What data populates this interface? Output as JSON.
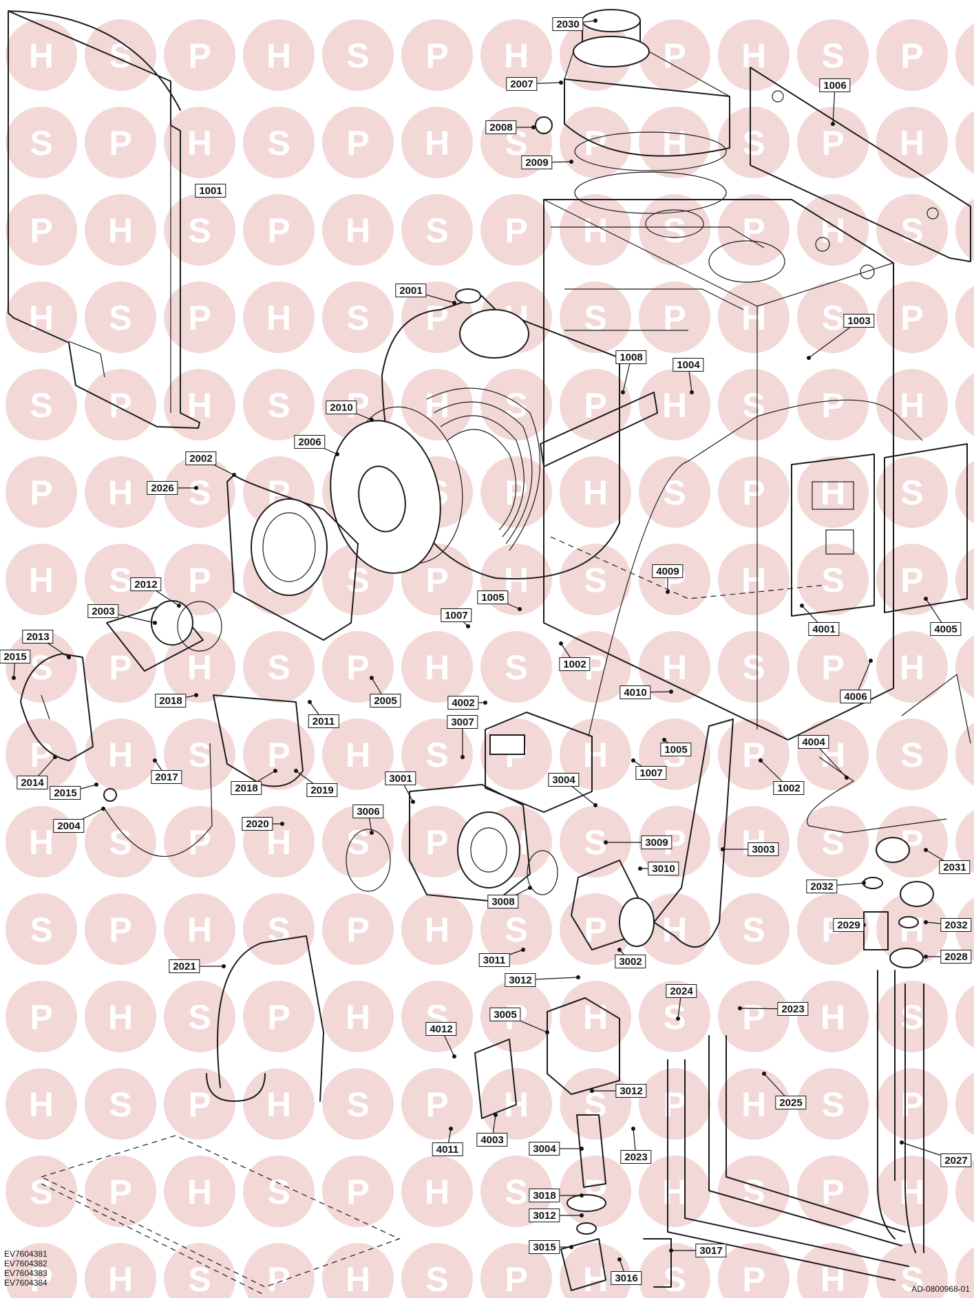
{
  "watermark": {
    "letters": [
      "H",
      "S",
      "P"
    ],
    "circle_color": "#f3d8d8",
    "letter_color": "#ffffff"
  },
  "callouts": [
    {
      "id": "1001",
      "label": "1001"
    },
    {
      "id": "1002a",
      "label": "1002"
    },
    {
      "id": "1002b",
      "label": "1002"
    },
    {
      "id": "1003",
      "label": "1003"
    },
    {
      "id": "1004",
      "label": "1004"
    },
    {
      "id": "1005a",
      "label": "1005"
    },
    {
      "id": "1005b",
      "label": "1005"
    },
    {
      "id": "1006",
      "label": "1006"
    },
    {
      "id": "1007a",
      "label": "1007"
    },
    {
      "id": "1007b",
      "label": "1007"
    },
    {
      "id": "1008",
      "label": "1008"
    },
    {
      "id": "2001",
      "label": "2001"
    },
    {
      "id": "2002",
      "label": "2002"
    },
    {
      "id": "2003",
      "label": "2003"
    },
    {
      "id": "2004",
      "label": "2004"
    },
    {
      "id": "2005",
      "label": "2005"
    },
    {
      "id": "2006",
      "label": "2006"
    },
    {
      "id": "2007",
      "label": "2007"
    },
    {
      "id": "2008",
      "label": "2008"
    },
    {
      "id": "2009",
      "label": "2009"
    },
    {
      "id": "2010",
      "label": "2010"
    },
    {
      "id": "2011",
      "label": "2011"
    },
    {
      "id": "2012",
      "label": "2012"
    },
    {
      "id": "2013",
      "label": "2013"
    },
    {
      "id": "2014",
      "label": "2014"
    },
    {
      "id": "2015a",
      "label": "2015"
    },
    {
      "id": "2015b",
      "label": "2015"
    },
    {
      "id": "2017",
      "label": "2017"
    },
    {
      "id": "2018a",
      "label": "2018"
    },
    {
      "id": "2018b",
      "label": "2018"
    },
    {
      "id": "2019",
      "label": "2019"
    },
    {
      "id": "2020",
      "label": "2020"
    },
    {
      "id": "2021",
      "label": "2021"
    },
    {
      "id": "2023a",
      "label": "2023"
    },
    {
      "id": "2023b",
      "label": "2023"
    },
    {
      "id": "2024",
      "label": "2024"
    },
    {
      "id": "2025",
      "label": "2025"
    },
    {
      "id": "2026",
      "label": "2026"
    },
    {
      "id": "2027",
      "label": "2027"
    },
    {
      "id": "2028",
      "label": "2028"
    },
    {
      "id": "2029",
      "label": "2029"
    },
    {
      "id": "2030",
      "label": "2030"
    },
    {
      "id": "2031",
      "label": "2031"
    },
    {
      "id": "2032a",
      "label": "2032"
    },
    {
      "id": "2032b",
      "label": "2032"
    },
    {
      "id": "3001",
      "label": "3001"
    },
    {
      "id": "3002",
      "label": "3002"
    },
    {
      "id": "3003",
      "label": "3003"
    },
    {
      "id": "3004a",
      "label": "3004"
    },
    {
      "id": "3004b",
      "label": "3004"
    },
    {
      "id": "3005",
      "label": "3005"
    },
    {
      "id": "3006",
      "label": "3006"
    },
    {
      "id": "3007",
      "label": "3007"
    },
    {
      "id": "3008",
      "label": "3008"
    },
    {
      "id": "3009",
      "label": "3009"
    },
    {
      "id": "3010",
      "label": "3010"
    },
    {
      "id": "3011",
      "label": "3011"
    },
    {
      "id": "3012a",
      "label": "3012"
    },
    {
      "id": "3012b",
      "label": "3012"
    },
    {
      "id": "3012c",
      "label": "3012"
    },
    {
      "id": "3015",
      "label": "3015"
    },
    {
      "id": "3016",
      "label": "3016"
    },
    {
      "id": "3017",
      "label": "3017"
    },
    {
      "id": "3018",
      "label": "3018"
    },
    {
      "id": "4001",
      "label": "4001"
    },
    {
      "id": "4002",
      "label": "4002"
    },
    {
      "id": "4003",
      "label": "4003"
    },
    {
      "id": "4004",
      "label": "4004"
    },
    {
      "id": "4005",
      "label": "4005"
    },
    {
      "id": "4006",
      "label": "4006"
    },
    {
      "id": "4009",
      "label": "4009"
    },
    {
      "id": "4010",
      "label": "4010"
    },
    {
      "id": "4011",
      "label": "4011"
    },
    {
      "id": "4012",
      "label": "4012"
    }
  ],
  "model_codes": [
    "EV7604381",
    "EV7604382",
    "EV7604383",
    "EV7604384"
  ],
  "drawing_ref": "AD-0800968-01"
}
